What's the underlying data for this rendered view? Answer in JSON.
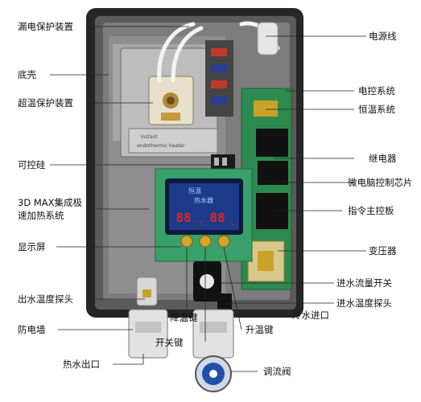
{
  "labels_left": [
    "漏电保护装置",
    "底壳",
    "超温保护装置",
    "可控硅",
    "3D MAX集成极",
    "速加热系统",
    "显示屏",
    "出水温度探头",
    "防电墙",
    "热水出口"
  ],
  "labels_right": [
    "电源线",
    "电控系统",
    "恒温系统",
    "继电器",
    "微电脑控制芯片",
    "指令主控板",
    "变压器",
    "进水流量开关",
    "进水温度探头",
    "冷水进口"
  ],
  "labels_bottom": [
    "降温键",
    "开关键",
    "升温键",
    "调流阀"
  ],
  "display": {
    "top_text": "恒温",
    "mid_text": "热水器",
    "left_digits": "88",
    "right_digits": "88",
    "left_unit": "℃",
    "right_unit": "L"
  },
  "element_text": {
    "heater_label_1": "instant",
    "heater_label_2": "endothermic heater"
  },
  "colors": {
    "case": "#2b2b2b",
    "pcb_green": "#2e8b57",
    "display_blue": "#1e3a8a",
    "digit_red": "#e0241b",
    "background": "#ffffff"
  }
}
